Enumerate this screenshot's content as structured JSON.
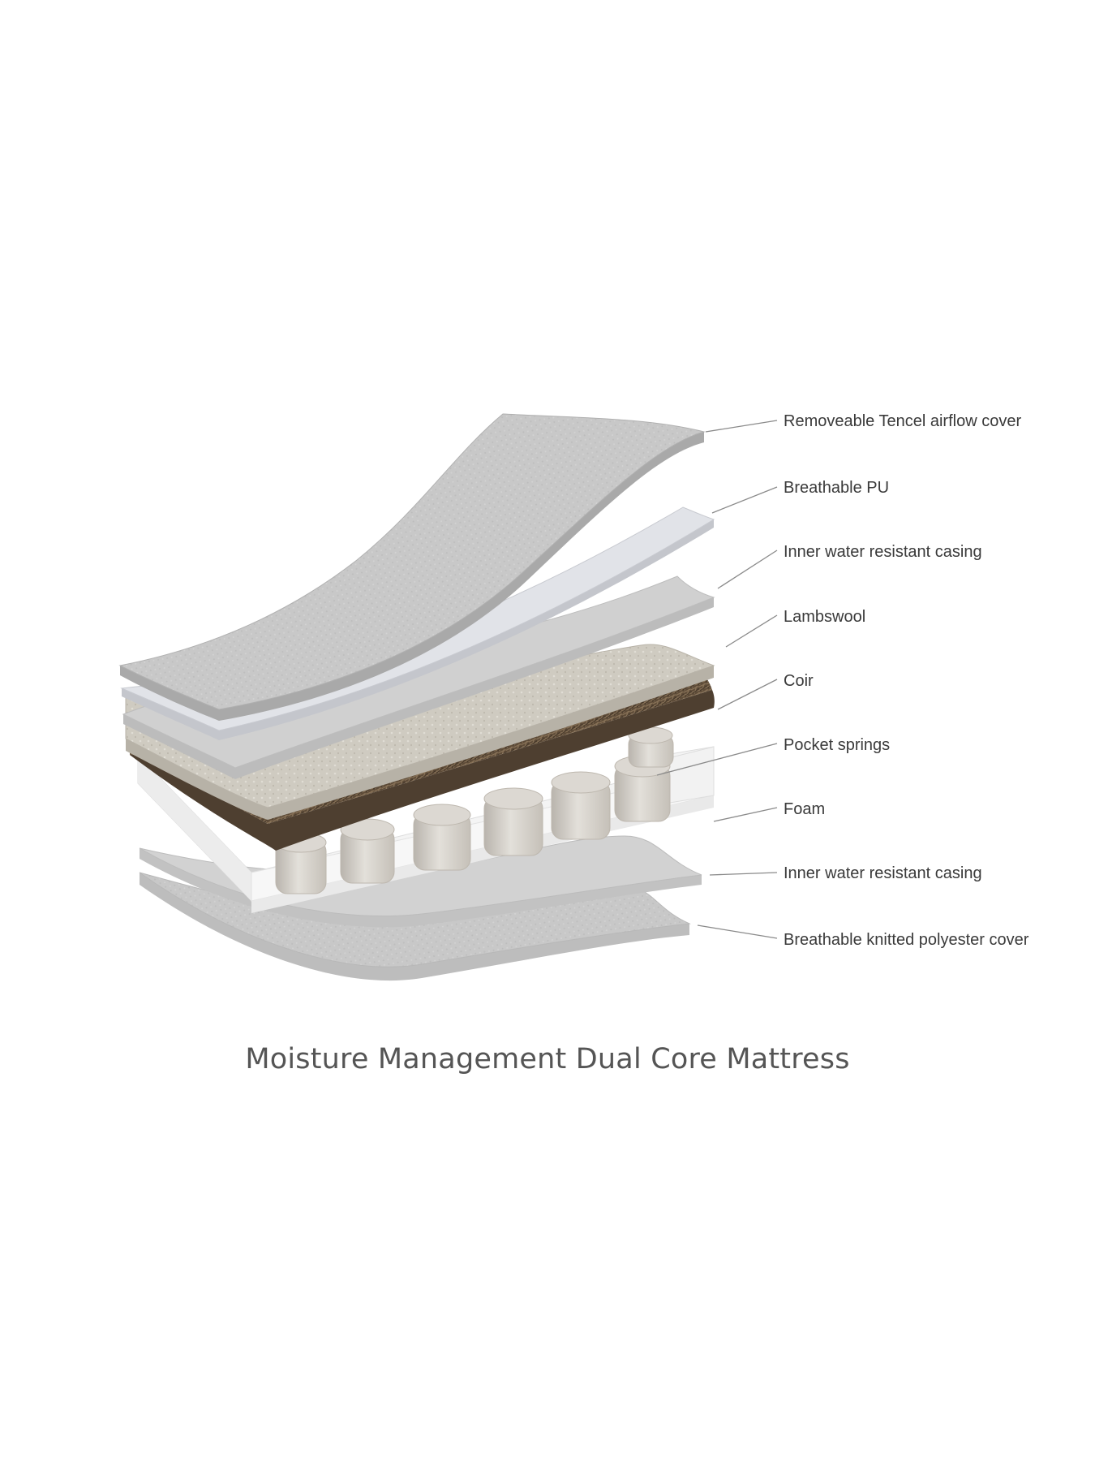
{
  "title": "Moisture Management Dual Core Mattress",
  "layers": [
    {
      "label": "Removeable Tencel airflow cover"
    },
    {
      "label": "Breathable PU"
    },
    {
      "label": "Inner water resistant casing"
    },
    {
      "label": "Lambswool"
    },
    {
      "label": "Coir"
    },
    {
      "label": "Pocket springs"
    },
    {
      "label": "Foam"
    },
    {
      "label": "Inner water resistant casing"
    },
    {
      "label": "Breathable knitted polyester cover"
    }
  ],
  "colors": {
    "cover": "#c9c9c9",
    "pu": "#e2e4e9",
    "casing": "#d3d3d3",
    "lambswool": "#cfcbc0",
    "coir": "#6b5a45",
    "springs": "#d6d2cc",
    "foam": "#f6f6f6",
    "text": "#3a3a3a",
    "title": "#555555"
  }
}
